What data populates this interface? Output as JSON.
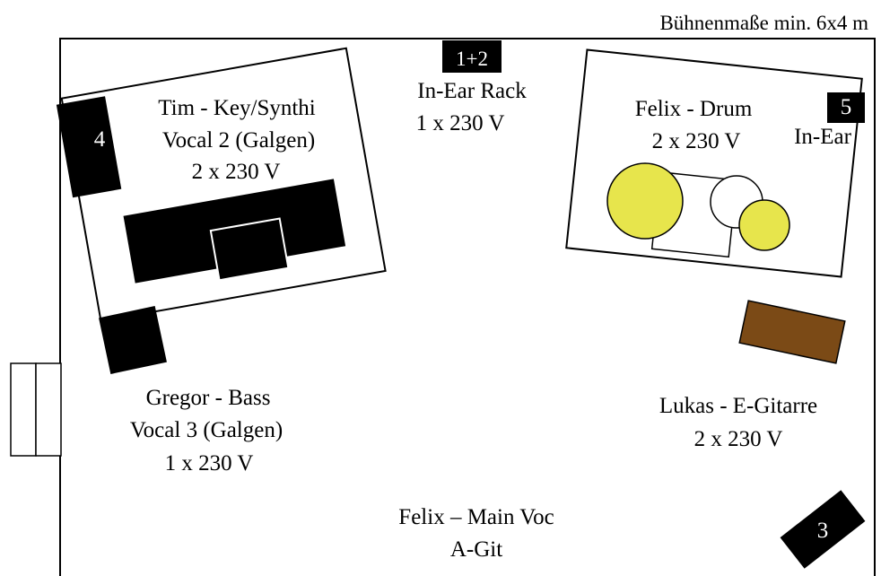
{
  "stage_size": "Bühnenmaße min. 6x4 m",
  "colors": {
    "background": "#ffffff",
    "stroke": "#000000",
    "cymbal": "#e7e54c",
    "guitar_amp": "#7b4a16",
    "monitor": "#000000"
  },
  "inear_rack": {
    "number": "1+2",
    "title": "In-Ear Rack",
    "power": "1 x 230 V"
  },
  "keys": {
    "title": "Tim - Key/Synthi",
    "vocal": "Vocal 2 (Galgen)",
    "power": "2 x 230 V",
    "monitor_number": "4"
  },
  "drums": {
    "title": "Felix - Drum",
    "power": "2 x 230 V",
    "monitor_number": "5",
    "monitor_label": "In-Ear"
  },
  "bass": {
    "title": "Gregor - Bass",
    "vocal": "Vocal 3 (Galgen)",
    "power": "1 x 230 V"
  },
  "guitar": {
    "title": "Lukas - E-Gitarre",
    "power": "2 x 230 V"
  },
  "main_vocal": {
    "title": "Felix – Main Voc",
    "instrument": "A-Git"
  },
  "wedge_monitor": {
    "number": "3"
  }
}
